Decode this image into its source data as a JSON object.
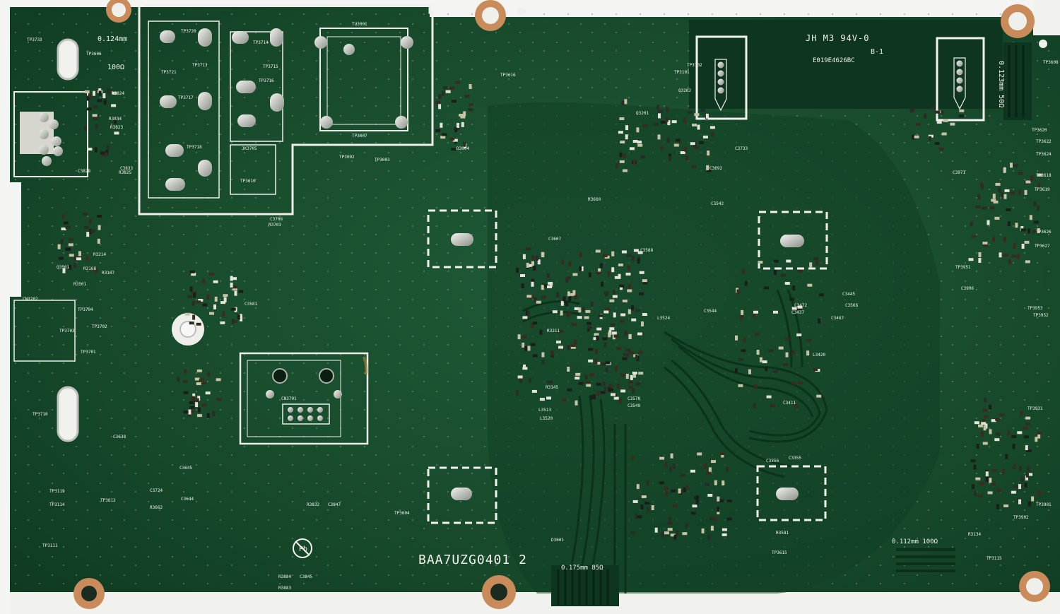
{
  "board": {
    "part_number": "BAA7UZG0401  2",
    "ul_rating": "JH M3 94V-0",
    "ul_code": "E019E4626BC",
    "ul_suffix": "B-1",
    "impedance_tl": "0.124mm",
    "impedance_tl_ohm": "100Ω",
    "impedance_tr": "0.123mm 50Ω",
    "impedance_bottom": "0.175mm 85Ω",
    "impedance_br": "0.112mm 100Ω"
  },
  "labels": {
    "tu": "TU3001",
    "cn1": "CN3701",
    "cn2": "CN3702",
    "jk": "JK3705",
    "tp1": "TP3720",
    "tp2": "TP3713",
    "tp3": "TP3714",
    "tp4": "TP3715",
    "tp5": "TP3716",
    "tp6": "TP3717",
    "tp7": "TP3718",
    "tp8": "TP3721",
    "tp9": "TP3733",
    "tp10": "TP3606",
    "tp11": "TP3610",
    "tp12": "TP3007",
    "tp13": "TP3002",
    "tp14": "TP3003",
    "tp15": "TP3616",
    "tp16": "TP3102",
    "tp17": "TP3101",
    "tp18": "TP3703",
    "tp19": "TP3704",
    "tp20": "TP3701",
    "tp21": "TP3702",
    "tp22": "TP3710",
    "tp23": "TP3119",
    "tp24": "TP3114",
    "tp25": "TP3111",
    "tp26": "TP3612",
    "tp27": "TP3604",
    "tp28": "TP3615",
    "tp29": "TP3115",
    "tp30": "TP3608",
    "tp31": "TP3620",
    "tp32": "TP3622",
    "tp33": "TP3624",
    "tp34": "TP3618",
    "tp35": "TP3619",
    "tp36": "TP3626",
    "tp37": "TP3627",
    "tp38": "TP3951",
    "tp39": "TP3953",
    "tp40": "TP3952",
    "tp41": "TP3931",
    "tp42": "TP3901",
    "tp43": "TP3902",
    "r1": "R3824",
    "r2": "R3834",
    "r3": "R3823",
    "r4": "R3825",
    "r5": "R3501",
    "r6": "R3167",
    "r7": "R3168",
    "r8": "R3214",
    "r9": "R3703",
    "r10": "R3660",
    "r11": "R3211",
    "r12": "R3145",
    "r13": "R3581",
    "r14": "R3134",
    "r15": "R3884",
    "r16": "R3883",
    "r17": "R3662",
    "r18": "R3832",
    "c1": "C3833",
    "c2": "C3828",
    "c3": "C3706",
    "c4": "C3638",
    "c5": "C3724",
    "c6": "C3644",
    "c7": "C3645",
    "c8": "C3356",
    "c9": "C3355",
    "c10": "C3445",
    "c11": "C3566",
    "c12": "C3544",
    "c13": "C3467",
    "c14": "C3437",
    "c15": "C3472",
    "c16": "C3411",
    "c17": "C3733",
    "c18": "C3692",
    "c19": "C3542",
    "c20": "C3607",
    "c21": "C3588",
    "c22": "C3971",
    "c23": "C3996",
    "c24": "C3845",
    "c25": "C3847",
    "c26": "C3581",
    "c27": "C3578",
    "c28": "C3549",
    "d1": "D3601",
    "d2": "D3004",
    "q1": "Q3501",
    "q2": "Q3202",
    "q3": "Q3201",
    "l1": "L3420",
    "l2": "L3524",
    "l3": "L3513",
    "l4": "L3520"
  }
}
